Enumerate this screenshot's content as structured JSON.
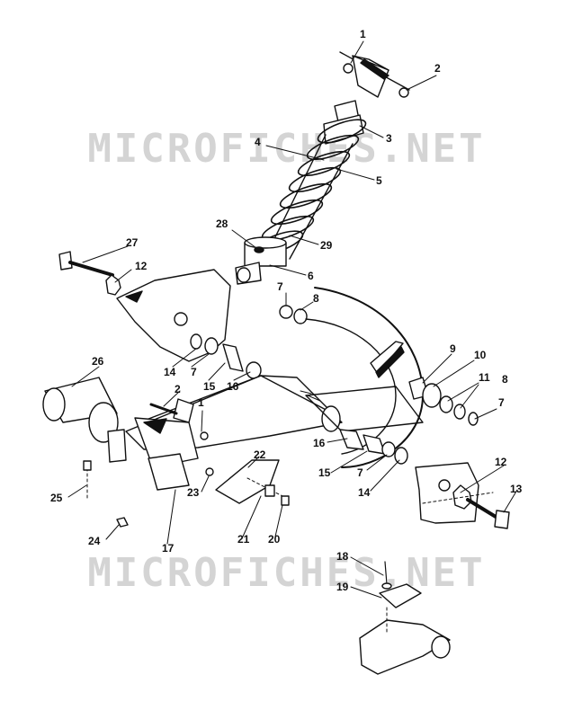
{
  "watermark": {
    "top": "MICROFICHES.NET",
    "bottom": "MICROFICHES.NET"
  },
  "callouts": {
    "c1a": "1",
    "c1b": "1",
    "c2a": "2",
    "c2b": "2",
    "c3": "3",
    "c4": "4",
    "c5": "5",
    "c6": "6",
    "c7a": "7",
    "c7b": "7",
    "c7c": "7",
    "c7d": "7",
    "c8a": "8",
    "c8b": "8",
    "c9": "9",
    "c10": "10",
    "c11": "11",
    "c12a": "12",
    "c12b": "12",
    "c13": "13",
    "c14a": "14",
    "c14b": "14",
    "c15a": "15",
    "c15b": "15",
    "c16a": "16",
    "c16b": "16",
    "c17": "17",
    "c18": "18",
    "c19": "19",
    "c20": "20",
    "c21": "21",
    "c22": "22",
    "c23": "23",
    "c24": "24",
    "c25": "25",
    "c26": "26",
    "c27": "27",
    "c28": "28",
    "c29": "29"
  }
}
